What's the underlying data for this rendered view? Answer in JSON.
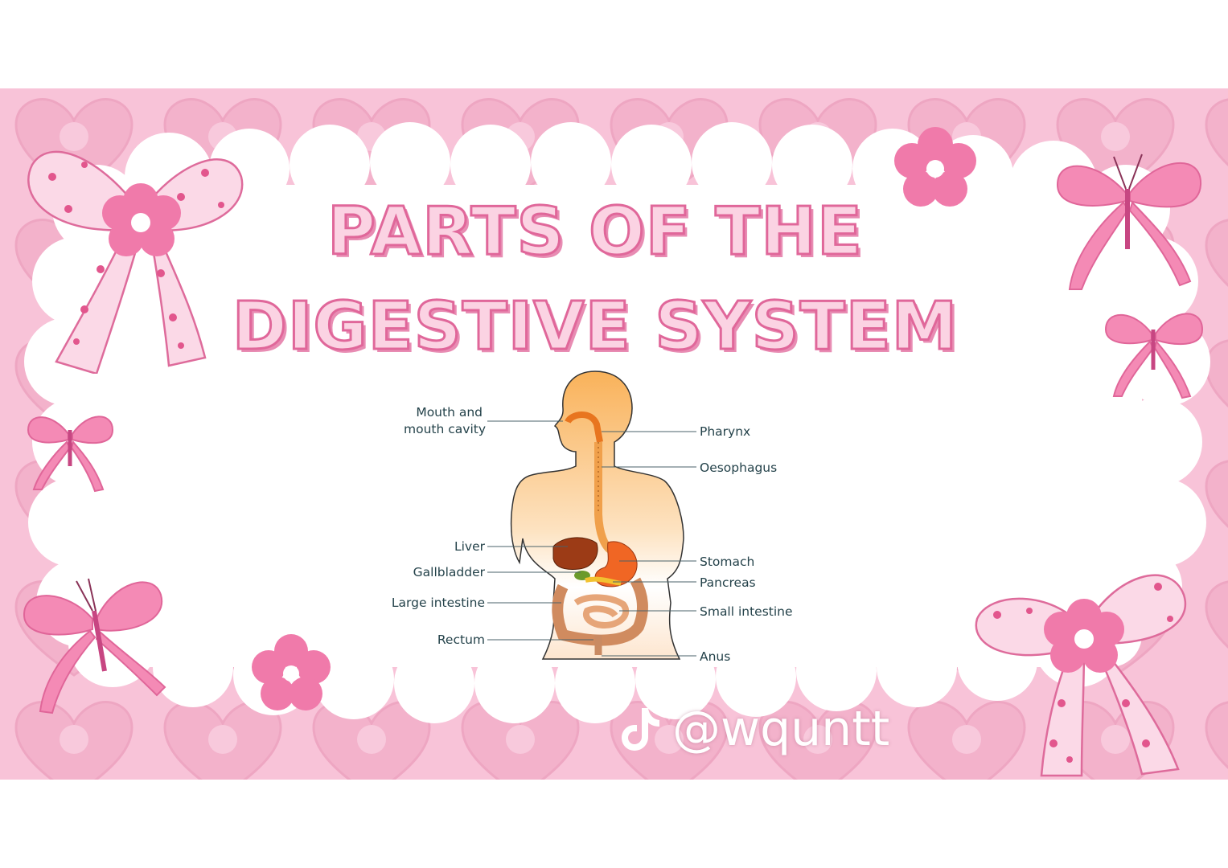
{
  "slide": {
    "title_line1": "PARTS OF THE",
    "title_line2": "DIGESTIVE SYSTEM"
  },
  "diagram": {
    "labels_left": [
      "Mouth and",
      "mouth cavity",
      "Liver",
      "Gallbladder",
      "Large intestine",
      "Rectum"
    ],
    "labels_right": [
      "Pharynx",
      "Oesophagus",
      "Stomach",
      "Pancreas",
      "Small intestine",
      "Anus"
    ]
  },
  "watermark": {
    "icon": "tiktok-icon",
    "handle": "@wquntt"
  },
  "colors": {
    "background_pink": "#f8c3d8",
    "title_fill": "#fbd3e3",
    "title_outline": "#e0679a",
    "flower_pink": "#f07aaa",
    "label_text": "#24424a"
  }
}
